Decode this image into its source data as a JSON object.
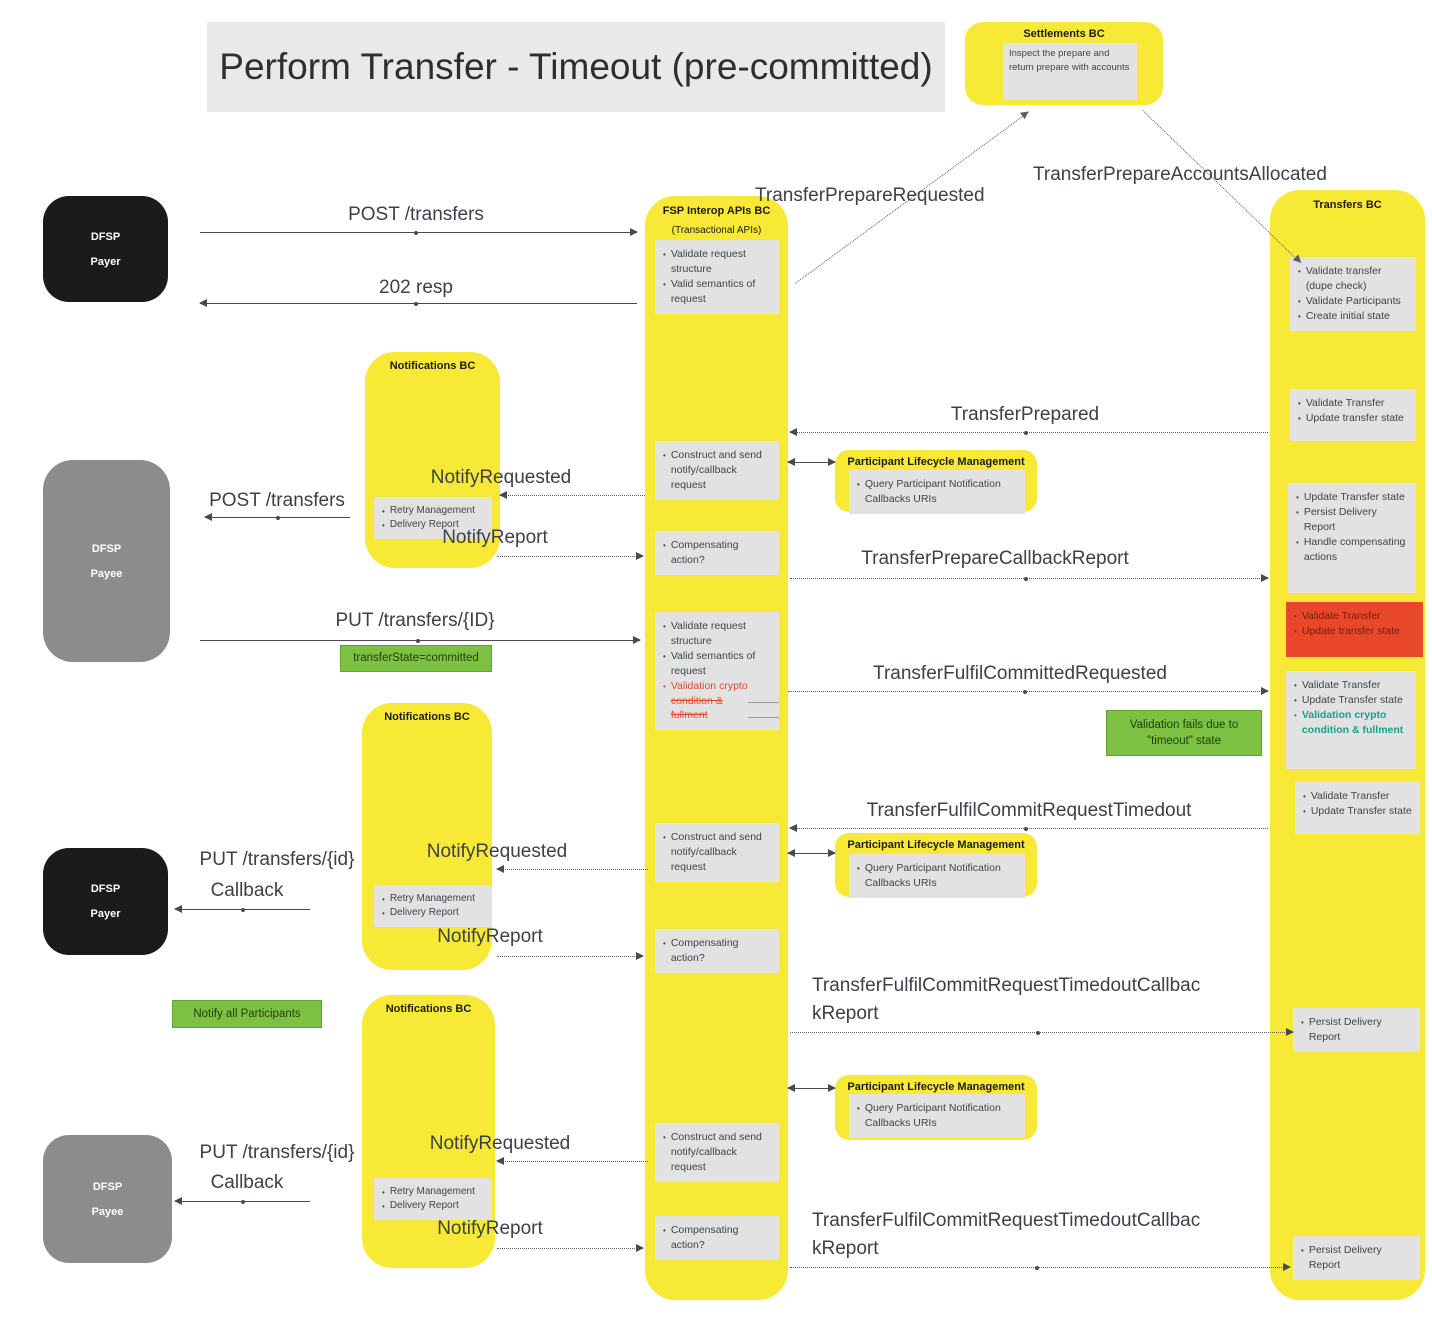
{
  "title": "Perform Transfer - Timeout (pre-committed)",
  "colors": {
    "yellow": "#f8e937",
    "step_gray": "#e2e2e2",
    "green": "#7dc142",
    "red": "#e8472a",
    "teal": "#17a189",
    "actor_black": "#1b1b1b",
    "actor_gray": "#8c8c8c"
  },
  "settlements_bc": {
    "title": "Settlements BC",
    "note": "Inspect the prepare and return prepare with accounts"
  },
  "fsp_interop_bc": {
    "title": "FSP Interop APIs BC",
    "subtitle": "(Transactional APIs)",
    "box1": [
      "Validate request structure",
      "Valid semantics of request"
    ],
    "box2": [
      "Construct and send notify/callback request"
    ],
    "box3": [
      "Compensating action?"
    ],
    "box4": [
      "Validate request structure",
      "Valid semantics of request"
    ],
    "box4_red": [
      "Validation crypto",
      "condition &",
      "fullment"
    ],
    "box5": [
      "Construct and send notify/callback request"
    ],
    "box6": [
      "Compensating action?"
    ],
    "box7": [
      "Construct and send notify/callback request"
    ],
    "box8": [
      "Compensating action?"
    ]
  },
  "transfers_bc": {
    "title": "Transfers BC",
    "box1": [
      "Validate transfer (dupe check)",
      "Validate Participants",
      "Create initial state"
    ],
    "box2": [
      "Validate Transfer",
      "Update transfer state"
    ],
    "box3": [
      "Update Transfer state",
      "Persist Delivery Report",
      "Handle compensating actions"
    ],
    "box4_red": [
      "Validate Transfer",
      "Update transfer state"
    ],
    "box5": [
      "Validate Transfer",
      "Update Transfer state"
    ],
    "box5_highlight": "Validation crypto condition & fullment",
    "box6": [
      "Validate Transfer",
      "Update Transfer state"
    ],
    "box7": [
      "Persist Delivery Report"
    ],
    "box8": [
      "Persist Delivery Report"
    ]
  },
  "notifications_bc": {
    "title": "Notifications BC",
    "bullets": [
      "Retry Management",
      "Delivery Report"
    ]
  },
  "plm": {
    "title": "Participant Lifecycle Management",
    "bullet": "Query Participant Notification Callbacks URIs"
  },
  "actors": {
    "payer": {
      "line1": "DFSP",
      "line2": "Payer"
    },
    "payee": {
      "line1": "DFSP",
      "line2": "Payee"
    }
  },
  "messages": {
    "post_transfers": "POST /transfers",
    "resp_202": "202 resp",
    "transfer_prepare_requested": "TransferPrepareRequested",
    "transfer_prepare_accounts_allocated": "TransferPrepareAccountsAllocated",
    "transfer_prepared": "TransferPrepared",
    "notify_requested": "NotifyRequested",
    "notify_report": "NotifyReport",
    "transfer_prepare_callback_report": "TransferPrepareCallbackReport",
    "put_transfers_id_caps": "PUT /transfers/{ID}",
    "put_transfers_id": "PUT /transfers/{id}",
    "callback": "Callback",
    "transfer_fulfil_committed_requested": "TransferFulfilCommittedRequested",
    "transfer_fulfil_commit_request_timedout": "TransferFulfilCommitRequestTimedout",
    "timedout_callback_report_line1": "TransferFulfilCommitRequestTimedoutCallbac",
    "timedout_callback_report_line2": "kReport"
  },
  "notes": {
    "transfer_state_committed": "transferState=committed",
    "validation_fails": "Validation fails due to \"timeout\" state",
    "notify_all_participants": "Notify all Participants"
  }
}
